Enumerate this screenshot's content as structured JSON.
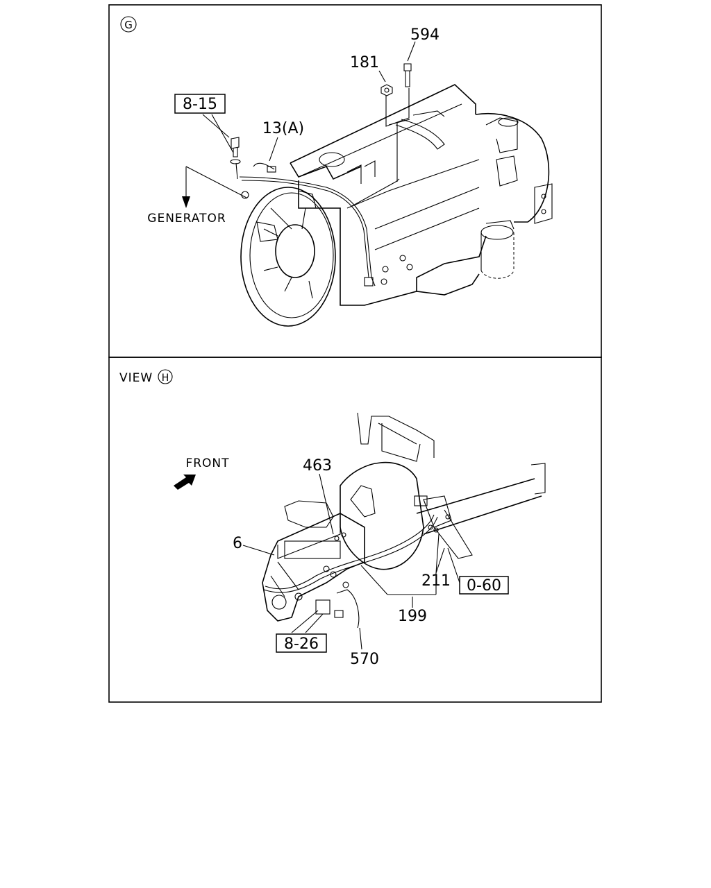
{
  "panel_g": {
    "marker": "G",
    "callouts": {
      "c594": "594",
      "c181": "181",
      "c8_15": "8-15",
      "c13a": "13(A)",
      "generator": "GENERATOR"
    }
  },
  "panel_h": {
    "view_text": "VIEW",
    "marker": "H",
    "front": "FRONT",
    "callouts": {
      "c463": "463",
      "c6": "6",
      "c211": "211",
      "c0_60": "0-60",
      "c199": "199",
      "c8_26": "8-26",
      "c570": "570"
    }
  }
}
